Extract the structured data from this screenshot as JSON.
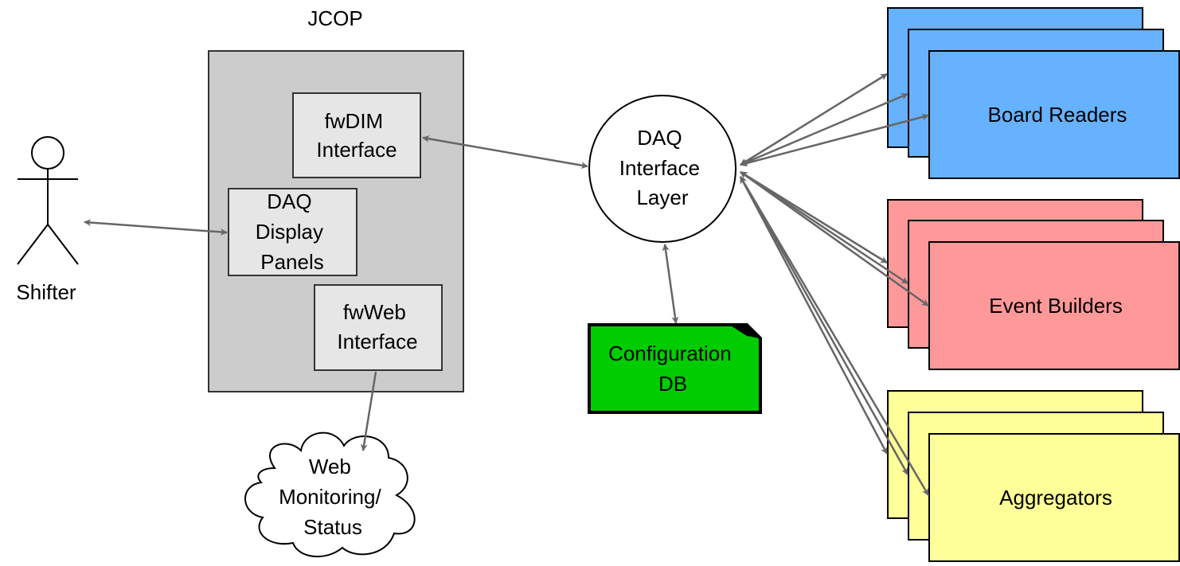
{
  "actor": {
    "label": "Shifter"
  },
  "jcop": {
    "title": "JCOP",
    "fwdim": [
      "fwDIM",
      "Interface"
    ],
    "daq_panels": [
      "DAQ",
      "Display",
      "Panels"
    ],
    "fwweb": [
      "fwWeb",
      "Interface"
    ]
  },
  "web_monitoring": [
    "Web",
    "Monitoring/",
    "Status"
  ],
  "daq_layer": [
    "DAQ",
    "Interface",
    "Layer"
  ],
  "config_db": [
    "Configuration",
    "DB"
  ],
  "groups": {
    "board_readers": {
      "label": "Board Readers",
      "color": "#66b2ff"
    },
    "event_builders": {
      "label": "Event Builders",
      "color": "#ff9999"
    },
    "aggregators": {
      "label": "Aggregators",
      "color": "#ffff99"
    }
  },
  "colors": {
    "jcop_box": "#cccccc",
    "inner_box": "#e6e6e6",
    "config_db": "#00cc00",
    "arrow": "#666666"
  }
}
